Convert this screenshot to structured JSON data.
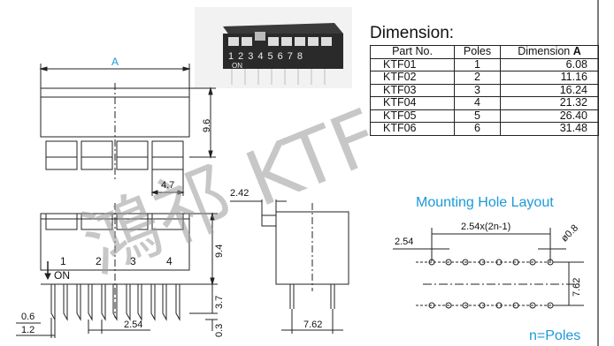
{
  "dimension_title": "Dimension:",
  "table": {
    "headers": [
      "Part No.",
      "Poles",
      "Dimension"
    ],
    "header_bold": "A",
    "rows": [
      [
        "KTF01",
        "1",
        "6.08"
      ],
      [
        "KTF02",
        "2",
        "11.16"
      ],
      [
        "KTF03",
        "3",
        "16.24"
      ],
      [
        "KTF04",
        "4",
        "21.32"
      ],
      [
        "KTF05",
        "5",
        "26.40"
      ],
      [
        "KTF06",
        "6",
        "31.48"
      ]
    ]
  },
  "mounting_title": "Mounting Hole Layout",
  "n_poles": "n=Poles",
  "labels": {
    "a": "A",
    "h96": "9.6",
    "w47": "4.7",
    "w242": "2.42",
    "h94": "9.4",
    "h37": "3.7",
    "h03": "0.3",
    "w06": "0.6",
    "w12": "1.2",
    "w254": "2.54",
    "w762": "7.62",
    "mh254": "2.54",
    "mh_pitch": "2.54x(2n-1)",
    "mh_dia": "ø0.8",
    "mh762": "7.62",
    "on": "ON",
    "pole_numbers": [
      "1",
      "2",
      "3",
      "4"
    ],
    "photo_numbers": [
      "1",
      "2",
      "3",
      "4",
      "5",
      "6",
      "7",
      "8"
    ],
    "photo_on": "ON"
  },
  "watermark": "鴻祁 KTF",
  "colors": {
    "accent": "#1a9ad8",
    "line": "#222222",
    "watermark": "#9a9a9a"
  }
}
